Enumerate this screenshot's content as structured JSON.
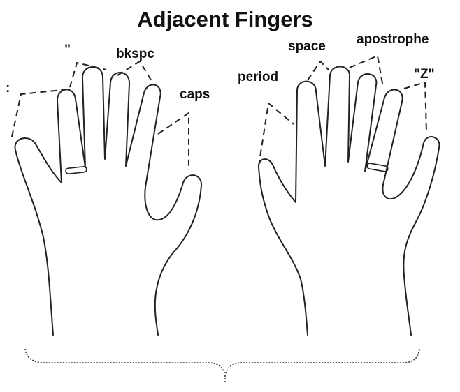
{
  "title": "Adjacent Fingers",
  "labels": {
    "colon": ":",
    "quote": "\"",
    "bkspc": "bkspc",
    "caps": "caps",
    "period": "period",
    "space": "space",
    "apostrophe": "apostrophe",
    "z": "\"Z\""
  }
}
